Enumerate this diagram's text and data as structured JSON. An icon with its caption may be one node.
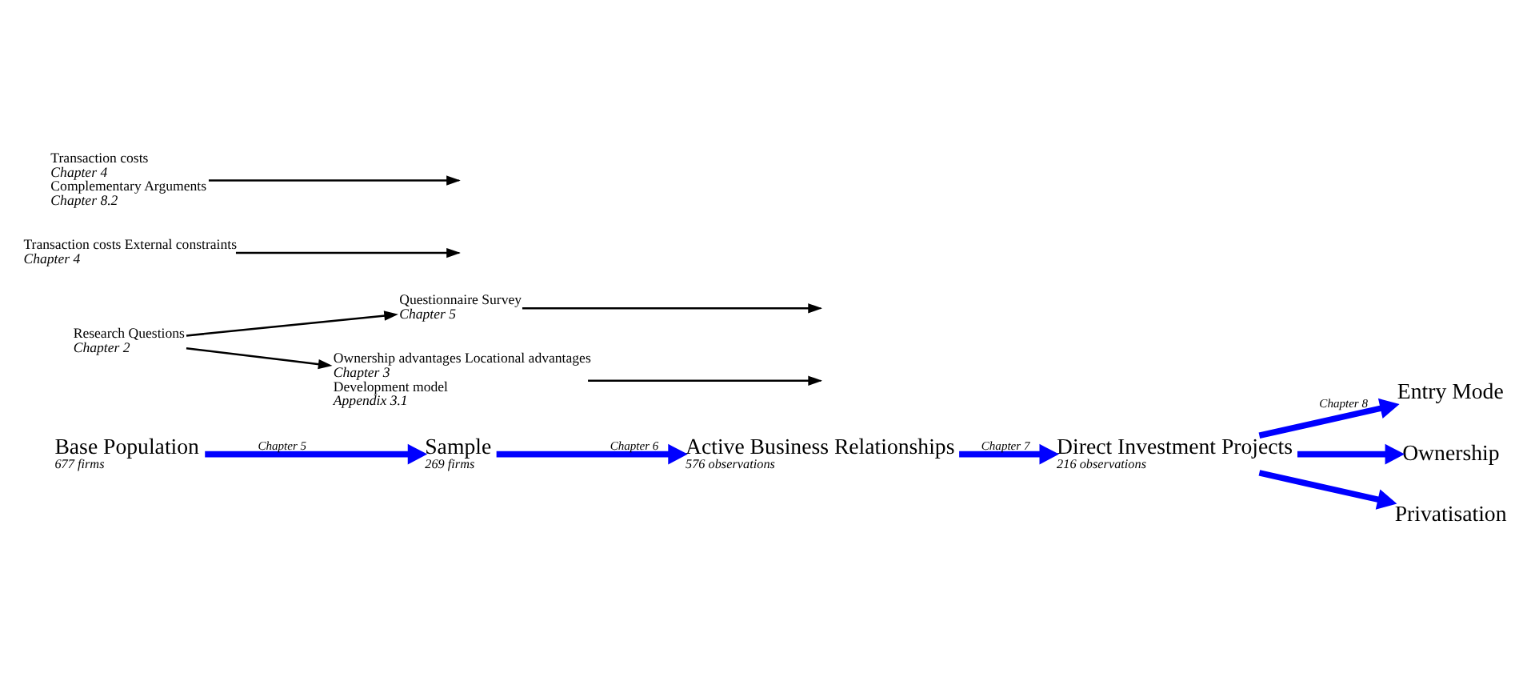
{
  "diagram": {
    "nodes": [
      {
        "text": [
          "Base Population"
        ],
        "beside": [
          "677 firms"
        ]
      },
      {
        "text": [
          "Sample"
        ],
        "beside": [
          "269 firms"
        ]
      },
      {
        "text": [
          "Active Business Relationships"
        ],
        "beside": [
          "576 observations"
        ]
      },
      {
        "text": [
          "Direct Investment Projects"
        ],
        "beside": [
          "216 observations"
        ]
      },
      {
        "text": [
          "Entry Mode"
        ]
      },
      {
        "text": [
          "Ownership"
        ]
      },
      {
        "text": [
          "Privatisation"
        ]
      },
      {
        "text": [
          "Questionnaire Survey",
          "Chapter 5"
        ]
      },
      {
        "text": [
          "Ownership advantages Locational advantages",
          "Chapter 3",
          "Development model",
          "Appendix 3.1"
        ]
      },
      {
        "text": [
          "Transaction costs External constraints",
          "Chapter 4"
        ]
      },
      {
        "text": [
          "Transaction costs",
          "Chapter 4",
          "Complementary Arguments",
          "Chapter 8.2"
        ]
      },
      {
        "text": [
          "Research Questions",
          "Chapter 2"
        ]
      }
    ],
    "edges": [
      {
        "from": 0,
        "to": 1,
        "arrow": "to",
        "label": "Chapter 5",
        "style": "thick",
        "color": "#0000ff"
      },
      {
        "from": 1,
        "to": 2,
        "arrow": "to",
        "label": "Chapter 6",
        "style": "thick",
        "color": "#0000ff"
      },
      {
        "from": 2,
        "to": 3,
        "arrow": "to",
        "label": "Chapter 7",
        "style": "thick",
        "color": "#0000ff"
      },
      {
        "from": 3,
        "to": 4,
        "arrow": "to",
        "label": "Chapter 8",
        "style": "thick",
        "color": "#0000ff"
      },
      {
        "from": 3,
        "to": 5,
        "arrow": "to",
        "style": "thick",
        "color": "#0000ff"
      },
      {
        "from": 3,
        "to": 6,
        "arrow": "to",
        "style": "thick",
        "color": "#0000ff"
      },
      {
        "from": 7,
        "to": null,
        "arrow": "to",
        "color": "#000000"
      },
      {
        "from": 8,
        "to": null,
        "arrow": "to",
        "color": "#000000"
      },
      {
        "from": 9,
        "to": null,
        "arrow": "to",
        "color": "#000000"
      },
      {
        "from": 10,
        "to": null,
        "arrow": "to",
        "color": "#000000"
      },
      {
        "from": 11,
        "to": 7,
        "arrow": "to",
        "color": "#000000"
      },
      {
        "from": 11,
        "to": 8,
        "arrow": "to",
        "color": "#000000"
      }
    ]
  }
}
